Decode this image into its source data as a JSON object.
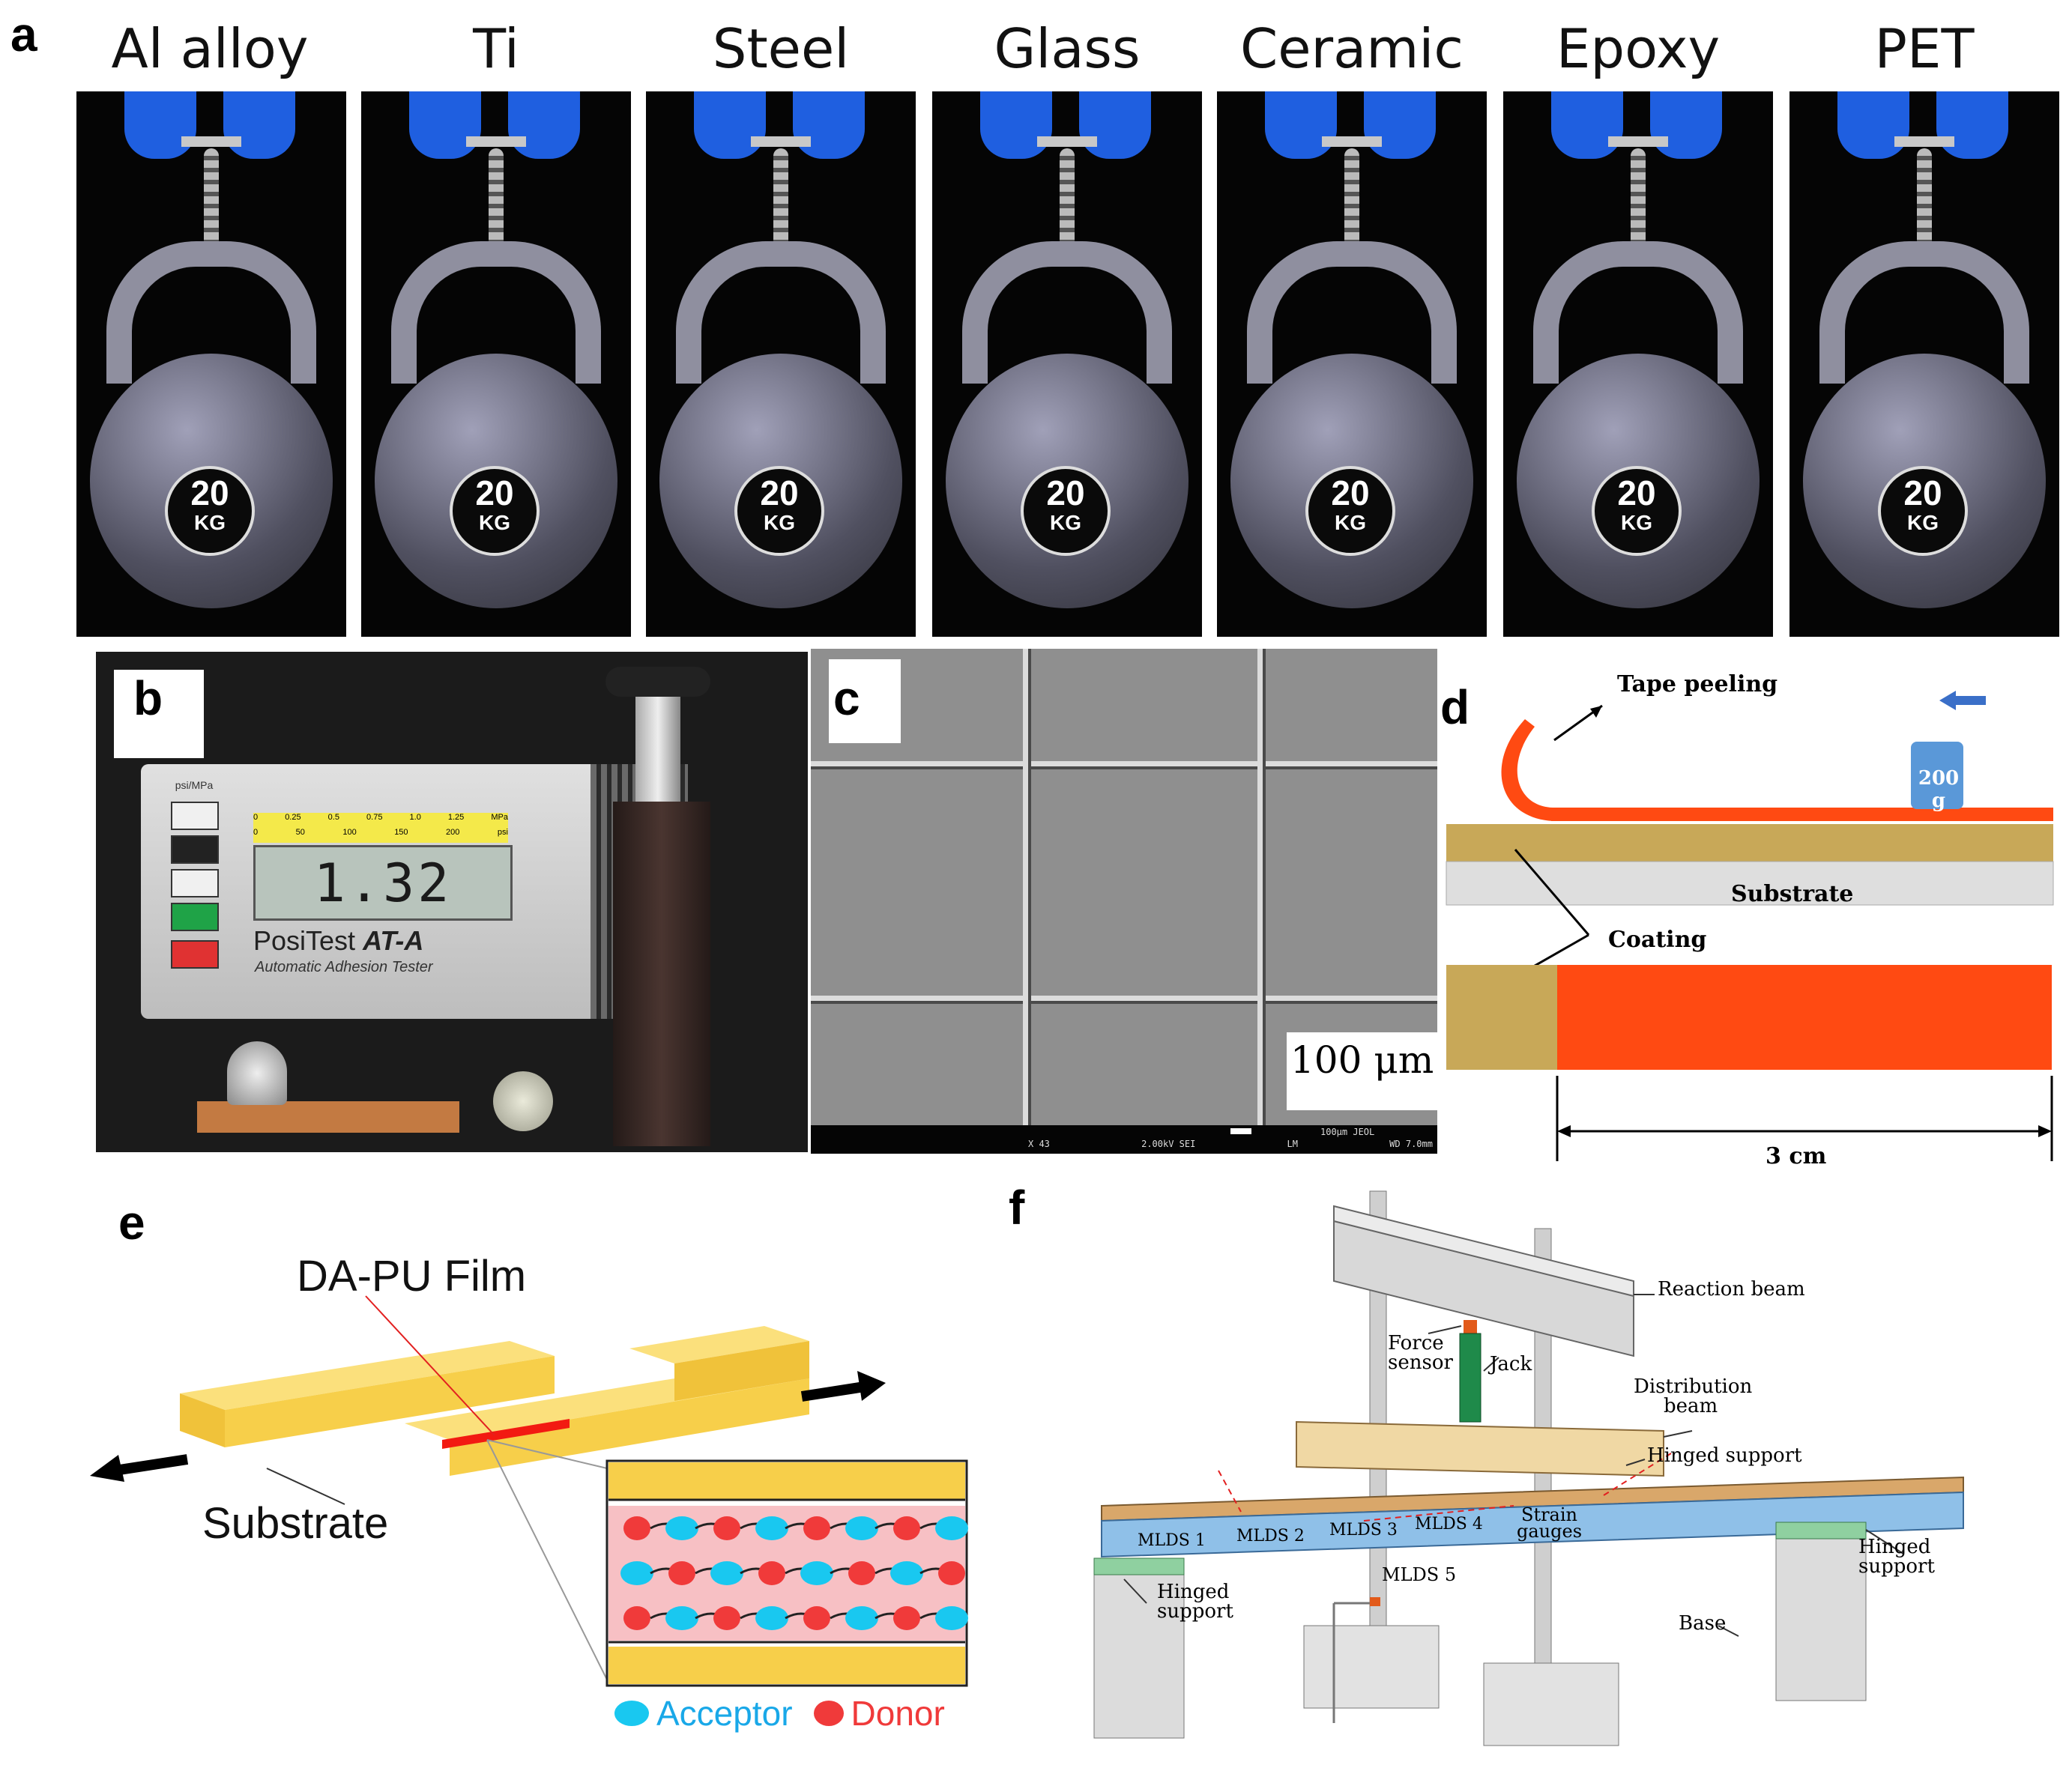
{
  "panels": {
    "a": "a",
    "b": "b",
    "c": "c",
    "d": "d",
    "e": "e",
    "f": "f"
  },
  "panel_a": {
    "materials": [
      "Al alloy",
      "Ti",
      "Steel",
      "Glass",
      "Ceramic",
      "Epoxy",
      "PET"
    ],
    "kettlebell_weight": "20",
    "kettlebell_unit": "KG"
  },
  "panel_b": {
    "unit_tab": "psi/MPa",
    "scale_top": [
      "0",
      "0.25",
      "0.5",
      "0.75",
      "1.0",
      "1.25",
      "MPa"
    ],
    "scale_bottom": [
      "0",
      "50",
      "100",
      "150",
      "200",
      "psi"
    ],
    "reading": "1.32",
    "brand": "PosiTest",
    "model": "AT-A",
    "subtitle": "Automatic Adhesion Tester"
  },
  "panel_c": {
    "scale_bar": "100 μm",
    "footer": [
      "X 43",
      "2.00kV SEI",
      "LM",
      "WD 7.0mm"
    ],
    "footer_top": "100μm JEOL"
  },
  "panel_d": {
    "tape_peeling": "Tape peeling",
    "weight": "200 g",
    "substrate": "Substrate",
    "coating": "Coating",
    "width": "3 cm"
  },
  "panel_e": {
    "film": "DA-PU Film",
    "substrate": "Substrate",
    "legend_acceptor": "Acceptor",
    "legend_donor": "Donor"
  },
  "panel_f": {
    "reaction_beam": "Reaction beam",
    "force_sensor_1": "Force",
    "force_sensor_2": "sensor",
    "jack": "Jack",
    "distribution_1": "Distribution",
    "distribution_2": "beam",
    "hinged_support": "Hinged support",
    "strain_1": "Strain",
    "strain_2": "gauges",
    "mlds": [
      "MLDS 1",
      "MLDS 2",
      "MLDS 3",
      "MLDS 4",
      "MLDS 5"
    ],
    "hinged_left_1": "Hinged",
    "hinged_left_2": "support",
    "hinged_right_1": "Hinged",
    "hinged_right_2": "support",
    "base": "Base"
  },
  "colors": {
    "glove_blue": "#1f5fe0",
    "tape_orange": "#ff4a12",
    "coating_gold": "#c8a858",
    "film_yellow": "#f7cf4a",
    "acceptor_cyan": "#19c8f0",
    "donor_red": "#f03a3a",
    "beam_blue": "#8fc0e8",
    "beam_orange": "#d9a76a"
  }
}
